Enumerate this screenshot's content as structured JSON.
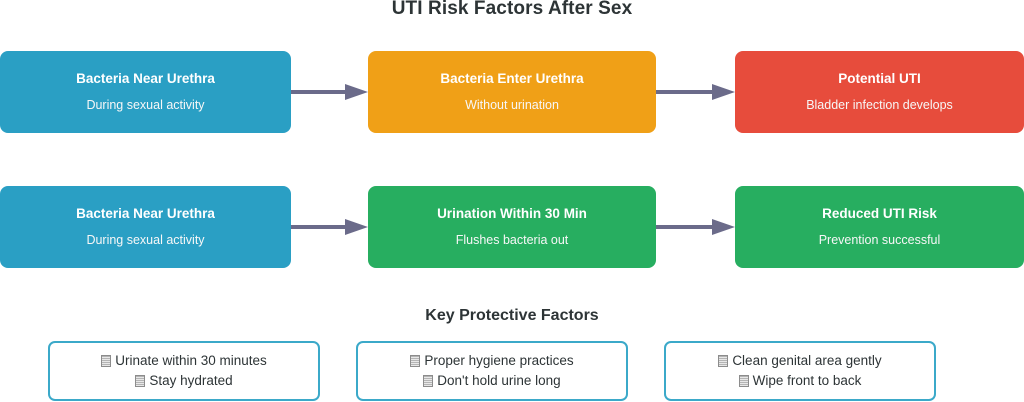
{
  "title": "UTI Risk Factors After Sex",
  "colors": {
    "blue": "#2a9fc4",
    "orange": "#f0a017",
    "red": "#e74c3c",
    "green": "#27ae60",
    "arrow": "#6b6b8a",
    "card_border": "#3ba9c9",
    "text_dark": "#2d3436",
    "background": "#ffffff"
  },
  "flows": {
    "risk_row": {
      "nodes": [
        {
          "title": "Bacteria Near Urethra",
          "subtitle": "During sexual activity",
          "color": "#2a9fc4"
        },
        {
          "title": "Bacteria Enter Urethra",
          "subtitle": "Without urination",
          "color": "#f0a017"
        },
        {
          "title": "Potential UTI",
          "subtitle": "Bladder infection develops",
          "color": "#e74c3c"
        }
      ]
    },
    "prevention_row": {
      "nodes": [
        {
          "title": "Bacteria Near Urethra",
          "subtitle": "During sexual activity",
          "color": "#2a9fc4"
        },
        {
          "title": "Urination Within 30 Min",
          "subtitle": "Flushes bacteria out",
          "color": "#27ae60"
        },
        {
          "title": "Reduced UTI Risk",
          "subtitle": "Prevention successful",
          "color": "#27ae60"
        }
      ]
    }
  },
  "protective": {
    "heading": "Key Protective Factors",
    "cards": [
      {
        "lines": [
          "Urinate within 30 minutes",
          "Stay hydrated"
        ]
      },
      {
        "lines": [
          "Proper hygiene practices",
          "Don't hold urine long"
        ]
      },
      {
        "lines": [
          "Clean genital area gently",
          "Wipe front to back"
        ]
      }
    ]
  }
}
